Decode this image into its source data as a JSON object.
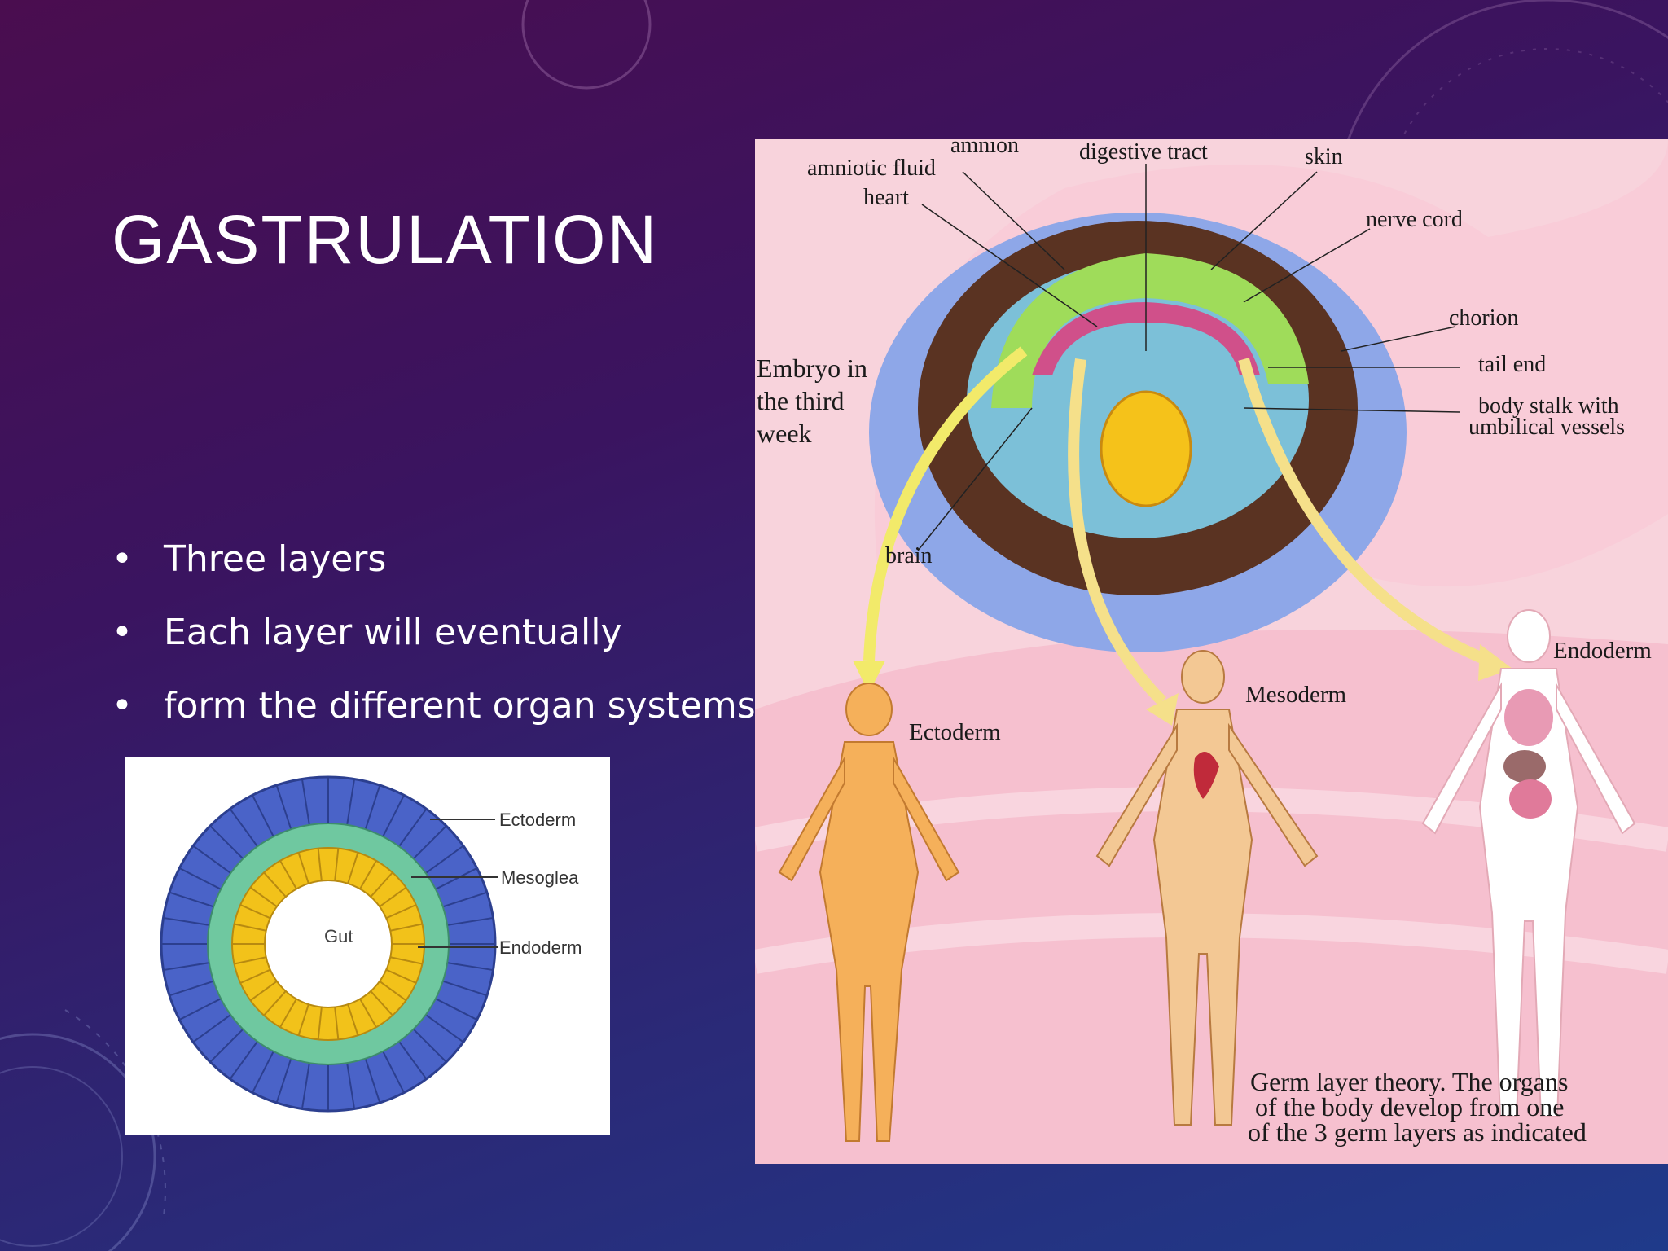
{
  "slide": {
    "title": "GASTRULATION",
    "bullets": [
      "Three layers",
      "Each layer will eventually",
      "form the different organ systems"
    ]
  },
  "cross_section": {
    "center_label": "Gut",
    "labels": [
      "Ectoderm",
      "Mesoglea",
      "Endoderm"
    ]
  },
  "embryo_diagram": {
    "labels": {
      "amnion": "amnion",
      "amniotic_fluid": "amniotic fluid",
      "digestive_tract": "digestive tract",
      "skin": "skin",
      "heart": "heart",
      "nerve_cord": "nerve cord",
      "chorion": "chorion",
      "tail_end": "tail end",
      "body_stalk_1": "body stalk with",
      "body_stalk_2": "umbilical vessels",
      "embryo_1": "Embryo in",
      "embryo_2": "the third",
      "embryo_3": "week",
      "brain": "brain",
      "ectoderm": "Ectoderm",
      "mesoderm": "Mesoderm",
      "endoderm": "Endoderm"
    },
    "caption": [
      "Germ layer theory.  The organs",
      "of the body develop from one",
      "of the 3 germ layers as indicated"
    ]
  },
  "colors": {
    "ectoderm_ring": "#4a63c8",
    "mesoglea_ring": "#6fc8a0",
    "endoderm_ring": "#f2c21a",
    "title_text": "#ffffff"
  }
}
